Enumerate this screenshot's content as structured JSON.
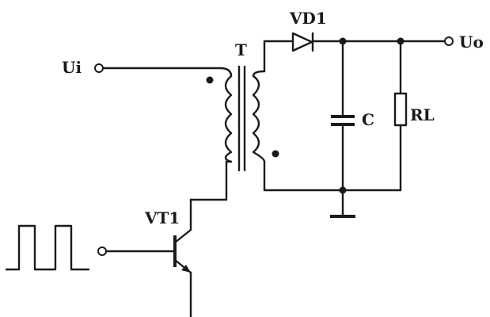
{
  "labels": {
    "input": "Ui",
    "output": "Uo",
    "transformer": "T",
    "diode": "VD1",
    "capacitor": "C",
    "resistor": "RL",
    "transistor": "VT1"
  }
}
